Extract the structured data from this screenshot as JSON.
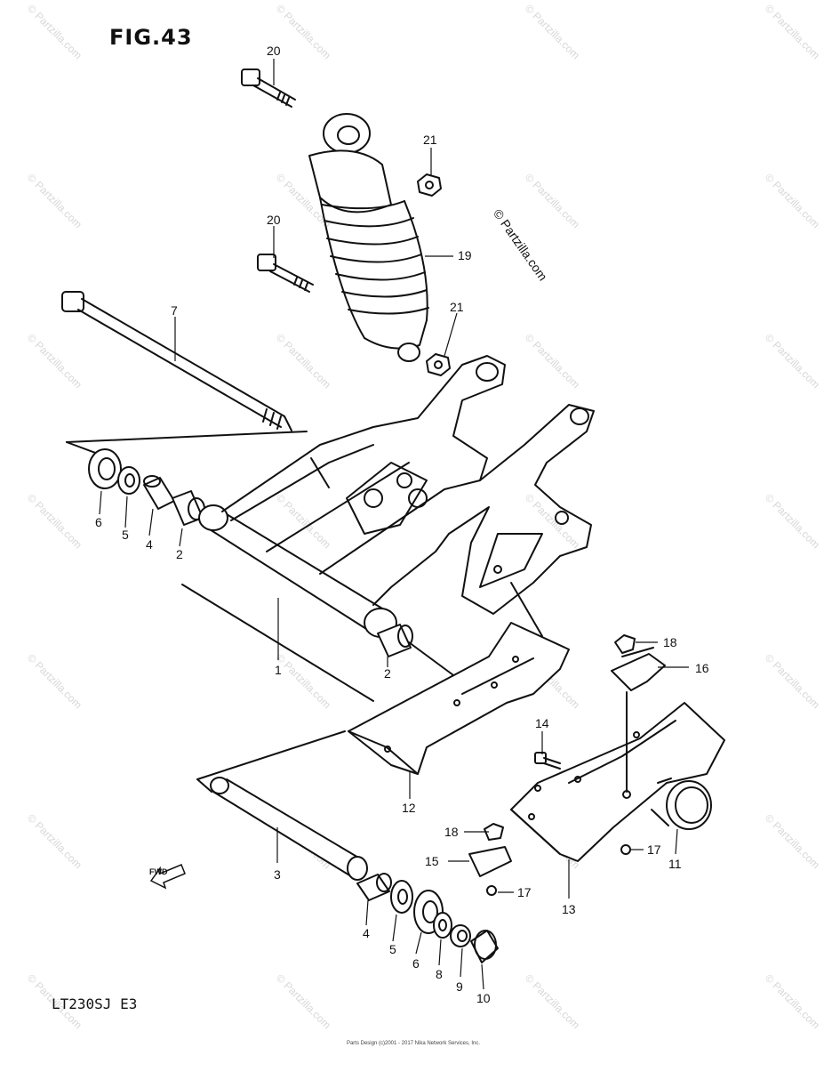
{
  "figure_title": "FIG.43",
  "model_code": "LT230SJ  E3",
  "copyright": "© Partzilla.com",
  "watermark": "© Partzilla.com",
  "footer": "Parts Design (c)2001 - 2017 Nika Network Services, Inc.",
  "fwd_label": "FWD",
  "callouts": {
    "c1": "1",
    "c2a": "2",
    "c2b": "2",
    "c3": "3",
    "c4a": "4",
    "c4b": "4",
    "c5a": "5",
    "c5b": "5",
    "c6a": "6",
    "c6b": "6",
    "c7": "7",
    "c8": "8",
    "c9": "9",
    "c10": "10",
    "c11": "11",
    "c12": "12",
    "c13": "13",
    "c14": "14",
    "c15": "15",
    "c16": "16",
    "c17a": "17",
    "c17b": "17",
    "c18a": "18",
    "c18b": "18",
    "c19": "19",
    "c20a": "20",
    "c20b": "20",
    "c21a": "21",
    "c21b": "21"
  }
}
